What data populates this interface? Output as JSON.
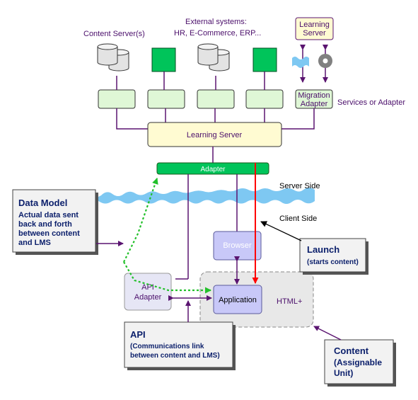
{
  "top_labels": {
    "content_servers": "Content Server(s)",
    "external_line1": "External systems:",
    "external_line2": "HR, E-Commerce, ERP..."
  },
  "boxes": {
    "learning_server_top": [
      "Learning",
      "Server"
    ],
    "migration_adapter": [
      "Migration",
      "Adapter"
    ],
    "services_or_adapter": "Services or Adapter",
    "learning_server_main": "Learning Server",
    "adapter": "Adapter",
    "server_side": "Server Side",
    "client_side": "Client Side",
    "browser": "Browser",
    "application": "Application",
    "html_plus": "HTML+",
    "api_adapter": [
      "API",
      "Adapter"
    ]
  },
  "callouts": {
    "data_model": {
      "title": "Data Model",
      "lines": [
        "Actual data sent",
        "back and forth",
        "between content",
        "and LMS"
      ]
    },
    "launch": {
      "title": "Launch",
      "lines": [
        "(starts content)"
      ]
    },
    "api": {
      "title": "API",
      "lines": [
        "(Communications link",
        "between content and LMS)"
      ]
    },
    "content": {
      "title": "Content",
      "lines": [
        "(Assignable",
        "Unit)"
      ]
    }
  },
  "colors": {
    "purple_line": "#5a1470",
    "green_dark": "#00c45a",
    "green_light": "#dff7d6",
    "cream": "#fffbd2",
    "lavender": "#c8c8f8",
    "sky_blue": "#7ec8f2",
    "red_arrow": "#ff0000",
    "navy_text": "#0b1f6b"
  }
}
